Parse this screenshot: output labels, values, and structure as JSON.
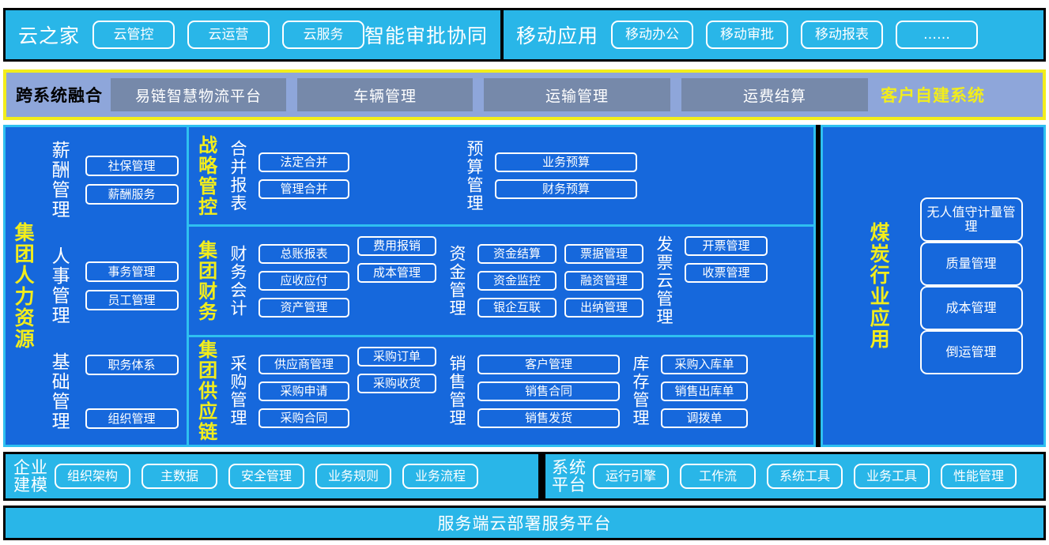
{
  "top_bar": {
    "left": {
      "title": "云之家",
      "pills": [
        "云管控",
        "云运营",
        "云服务"
      ],
      "mid_title": "智能审批协同"
    },
    "right": {
      "title": "移动应用",
      "pills": [
        "移动办公",
        "移动审批",
        "移动报表",
        "……"
      ]
    }
  },
  "cross_system": {
    "title": "跨系统融合",
    "boxes": [
      "易链智慧物流平台",
      "车辆管理",
      "运输管理",
      "运费结算"
    ],
    "tail": "客户自建系统",
    "box_color": "#7689aa",
    "band_color": "#8ea6da",
    "border_color": "#f2ed1c"
  },
  "hr": {
    "title": "集团人力资源",
    "groups": [
      {
        "label": "薪酬管理",
        "items": [
          "社保管理",
          "薪酬服务"
        ]
      },
      {
        "label": "人事管理",
        "items": [
          "事务管理",
          "员工管理"
        ]
      },
      {
        "label": "基础管理",
        "items": [
          "职务体系",
          "组织管理"
        ]
      }
    ]
  },
  "zones": [
    {
      "title": "战略管控",
      "sub_left": {
        "label": "合并报表",
        "items": [
          "法定合并",
          "管理合并"
        ]
      },
      "sub_right": {
        "label": "预算管理",
        "items": [
          "业务预算",
          "财务预算"
        ]
      }
    },
    {
      "title": "集团财务",
      "sub_left": {
        "label": "财务会计",
        "col_a": [
          "总账报表",
          "应收应付",
          "资产管理"
        ],
        "col_b": [
          "费用报销",
          "成本管理"
        ]
      },
      "sub_mid": {
        "label": "资金管理",
        "col_a": [
          "资金结算",
          "资金监控",
          "银企互联"
        ],
        "col_b": [
          "票据管理",
          "融资管理",
          "出纳管理"
        ]
      },
      "sub_right": {
        "label": "发票云管理",
        "items": [
          "开票管理",
          "收票管理"
        ]
      }
    },
    {
      "title": "集团供应链",
      "sub_left": {
        "label": "采购管理",
        "col_a": [
          "供应商管理",
          "采购申请",
          "采购合同"
        ],
        "col_b": [
          "采购订单",
          "采购收货"
        ]
      },
      "sub_mid": {
        "label": "销售管理",
        "items": [
          "客户管理",
          "销售合同",
          "销售发货"
        ]
      },
      "sub_right": {
        "label": "库存管理",
        "items": [
          "采购入库单",
          "销售出库单",
          "调拨单"
        ]
      }
    }
  ],
  "coal": {
    "title": "煤炭行业应用",
    "items": [
      "无人值守计量管理",
      "质量管理",
      "成本管理",
      "倒运管理"
    ]
  },
  "modeling": {
    "title": "企业建模",
    "pills": [
      "组织架构",
      "主数据",
      "安全管理",
      "业务规则",
      "业务流程"
    ]
  },
  "platform": {
    "title": "系统平台",
    "pills": [
      "运行引擎",
      "工作流",
      "系统工具",
      "业务工具",
      "性能管理"
    ]
  },
  "footer": {
    "text": "服务端云部署服务平台"
  },
  "colors": {
    "cyan_bar": "#29b6e8",
    "main_blue": "#1668dc",
    "accent_yellow": "#f2ed1c",
    "cyan_border": "#2fc0f0",
    "black": "#000000"
  }
}
